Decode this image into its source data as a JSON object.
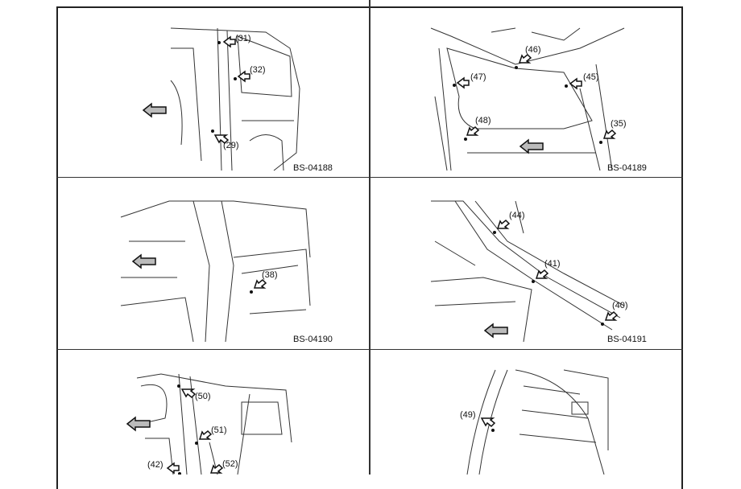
{
  "figures": [
    {
      "code": "BS-04188",
      "callouts": [
        "(31)",
        "(32)",
        "(29)"
      ]
    },
    {
      "code": "BS-04189",
      "callouts": [
        "(46)",
        "(47)",
        "(45)",
        "(48)",
        "(35)"
      ]
    },
    {
      "code": "BS-04190",
      "callouts": [
        "(38)"
      ]
    },
    {
      "code": "BS-04191",
      "callouts": [
        "(44)",
        "(41)",
        "(40)"
      ]
    },
    {
      "code": "",
      "callouts": [
        "(50)",
        "(51)",
        "(42)",
        "(52)"
      ]
    },
    {
      "code": "",
      "callouts": [
        "(49)"
      ]
    }
  ],
  "front_arrow_icon": "front-arrow-icon"
}
